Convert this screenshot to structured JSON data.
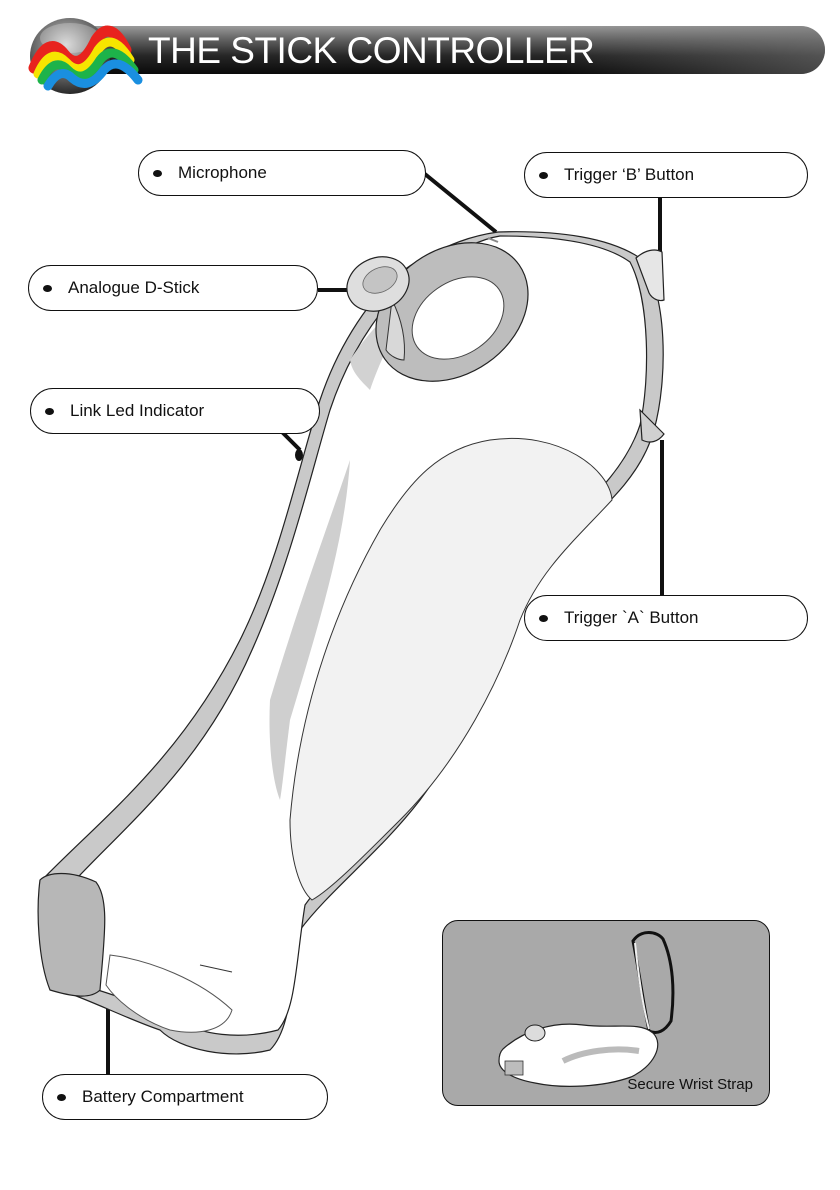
{
  "header": {
    "title": "THE STICK CONTROLLER"
  },
  "callouts": {
    "microphone": "Microphone",
    "trigger_b": "Trigger ‘B’ Button",
    "analogue_stick": "Analogue D-Stick",
    "link_led": "Link Led Indicator",
    "trigger_a": "Trigger `A`  Button",
    "battery": "Battery Compartment"
  },
  "inset": {
    "label": "Secure Wrist Strap"
  },
  "colors": {
    "logo_red": "#e8231e",
    "logo_yellow": "#f6e500",
    "logo_green": "#1db34a",
    "logo_blue": "#1a8fe0"
  }
}
